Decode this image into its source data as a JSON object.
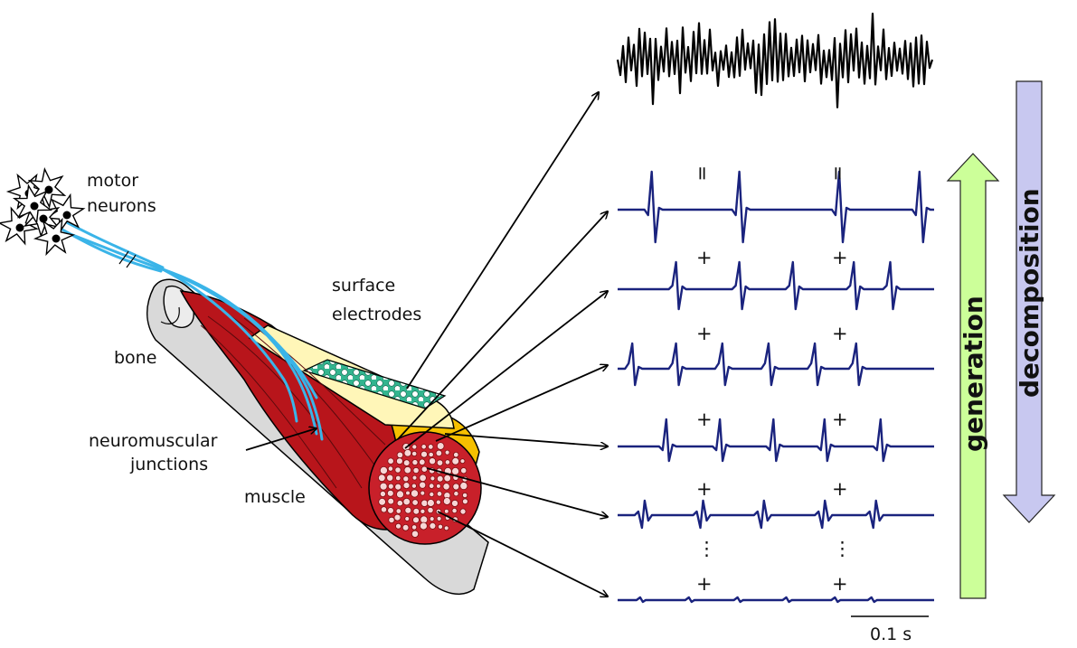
{
  "labels": {
    "motor": "motor",
    "neurons": "neurons",
    "surface": "surface",
    "electrodes": "electrodes",
    "bone": "bone",
    "neuromuscular": "neuromuscular",
    "junctions": "junctions",
    "muscle": "muscle"
  },
  "symbols": {
    "equals": "=",
    "plus": "+",
    "ellipsis": "⋮"
  },
  "process": {
    "generation": "generation",
    "decomposition": "decomposition"
  },
  "scale_bar": {
    "label": "0.1 s"
  },
  "colors": {
    "trace_emg": "#000000",
    "trace_mu": "#1a237e",
    "generation_arrow": "#ccff99",
    "decomposition_arrow": "#c8c8f0",
    "muscle_red": "#b8151b",
    "tendon_blue": "#3ab4e8",
    "fat_yellow": "#f6c000",
    "skin": "#fff6b8",
    "electrode_green": "#33b58f",
    "bone_gray": "#d9d9d9"
  },
  "motor_unit_trains": [
    {
      "spike_times": [
        0.14,
        0.5,
        0.91,
        1.24
      ],
      "shape": "tall-positive"
    },
    {
      "spike_times": [
        0.24,
        0.5,
        0.72,
        0.97,
        1.12
      ],
      "shape": "biphasic"
    },
    {
      "spike_times": [
        0.06,
        0.24,
        0.43,
        0.62,
        0.81,
        0.98
      ],
      "shape": "negative-first"
    },
    {
      "spike_times": [
        0.2,
        0.42,
        0.64,
        0.85,
        1.08
      ],
      "shape": "positive-first"
    },
    {
      "spike_times": [
        0.1,
        0.34,
        0.59,
        0.84,
        1.05
      ],
      "shape": "triphasic"
    },
    {
      "spike_times": [
        0.1,
        0.3,
        0.5,
        0.7,
        0.9,
        1.05
      ],
      "shape": "small"
    }
  ]
}
